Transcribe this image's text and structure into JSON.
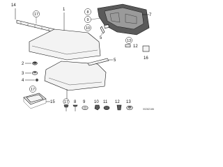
{
  "callouts": {
    "c1": "1",
    "c2": "2",
    "c3": "3",
    "c4": "4",
    "c5": "5",
    "c6": "6",
    "c7": "7",
    "c8": "8",
    "c9": "9",
    "c10": "10",
    "c11": "11",
    "c12": "12",
    "c13": "13",
    "c14": "14",
    "c15": "15",
    "c16": "16",
    "c17": "17"
  },
  "bottom_row": [
    "17",
    "8",
    "9",
    "10",
    "11",
    "12",
    "13"
  ],
  "diagram_code": "00282186"
}
